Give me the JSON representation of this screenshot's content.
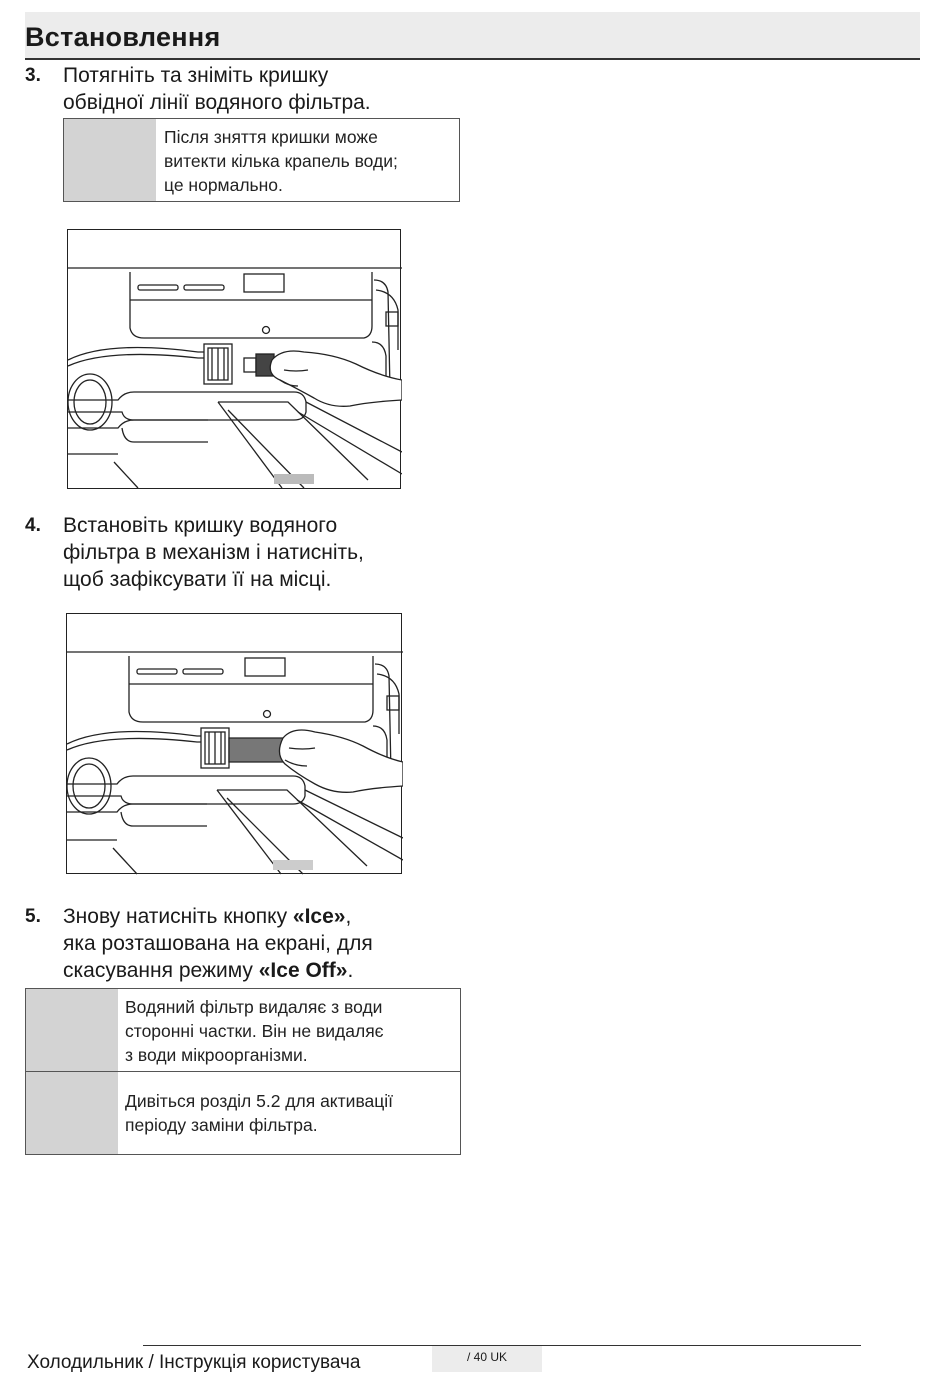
{
  "header": {
    "title": "Встановлення"
  },
  "steps": [
    {
      "number": "3.",
      "lines": [
        "Потягніть та зніміть кришку",
        "обвідної лінії водяного фільтра."
      ],
      "note": [
        "Після зняття кришки може",
        "витекти кілька крапель води;",
        "це нормально."
      ]
    },
    {
      "number": "4.",
      "lines": [
        "Встановіть кришку водяного",
        "фільтра в механізм і натисніть,",
        "щоб зафіксувати її на місці."
      ]
    },
    {
      "number": "5.",
      "line1_pre": "Знову натисніть кнопку ",
      "line1_bold": "«Ice»",
      "line1_post": ",",
      "line2": "яка розташована на екрані, для",
      "line3_pre": "скасування режиму ",
      "line3_bold": "«Ice Off»",
      "line3_post": "."
    }
  ],
  "notes_bottom": [
    [
      "Водяний фільтр видаляє з води",
      "сторонні частки. Він не видаляє",
      "з води мікроорганізми."
    ],
    [
      "Дивіться розділ 5.2 для активації",
      "періоду заміни фільтра."
    ]
  ],
  "figures": [
    {
      "icon": "filter-bypass-cap-removal-illustration"
    },
    {
      "icon": "filter-cap-installation-illustration"
    }
  ],
  "footer": {
    "text": "Холодильник / Інструкція користувача",
    "page": "/ 40 UK"
  }
}
